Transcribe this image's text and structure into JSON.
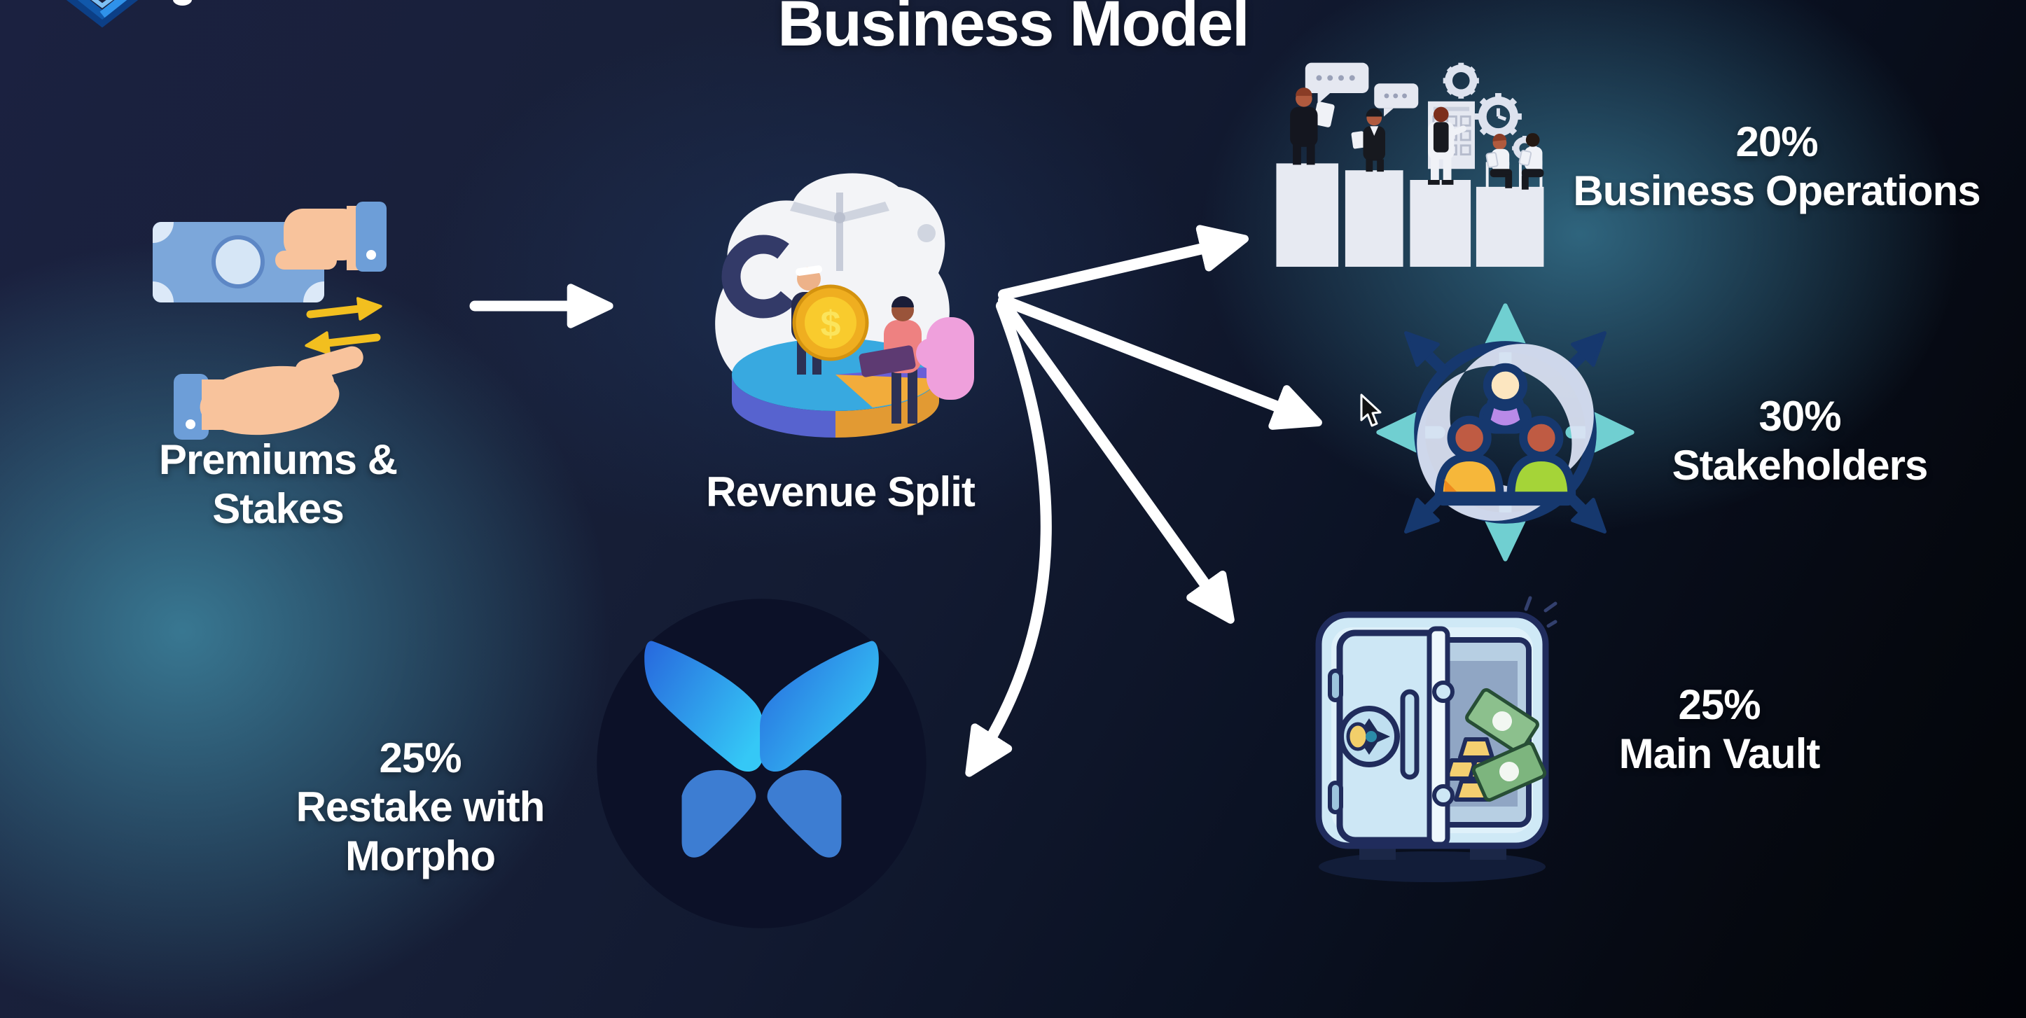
{
  "page": {
    "title": "Business Model"
  },
  "flow": {
    "source": {
      "line1": "Premiums &",
      "line2": "Stakes",
      "icon": "cash-exchange-icon"
    },
    "hub": {
      "label": "Revenue Split",
      "icon": "revenue-split-illustration"
    },
    "allocations": [
      {
        "id": "business-operations",
        "percent": "20%",
        "label": "Business Operations",
        "icon": "team-podium-icon"
      },
      {
        "id": "stakeholders",
        "percent": "30%",
        "label": "Stakeholders",
        "icon": "community-arrows-icon"
      },
      {
        "id": "main-vault",
        "percent": "25%",
        "label": "Main Vault",
        "icon": "vault-icon"
      },
      {
        "id": "restake-morpho",
        "percent": "25%",
        "label_line1": "Restake with",
        "label_line2": "Morpho",
        "icon": "morpho-logo"
      }
    ]
  },
  "cursor": {
    "visible": true
  },
  "colors": {
    "text": "#ffffff",
    "arrow": "#ffffff",
    "background_navy": "#0a0f1f",
    "background_teal_glow": "#2e6880",
    "morpho_circle": "#0c1128",
    "morpho_blue_bright": "#35c8f6",
    "morpho_blue_mid": "#2767dd",
    "morpho_blue_low": "#3d7dd2",
    "coin_gold": "#f2b01e",
    "banknote_blue": "#7ca7da",
    "hand_skin": "#f8c39c",
    "cuff_blue": "#6d9ed8",
    "exchange_arrow_yellow": "#f2bf1f",
    "teal_mini_arrows": "#70cfd1",
    "stakeholder_ring_navy": "#16386e",
    "vault_body_blue": "#cfe9f6",
    "vault_outline_navy": "#202c5c",
    "pedestal_gray": "#e7eaf2"
  }
}
